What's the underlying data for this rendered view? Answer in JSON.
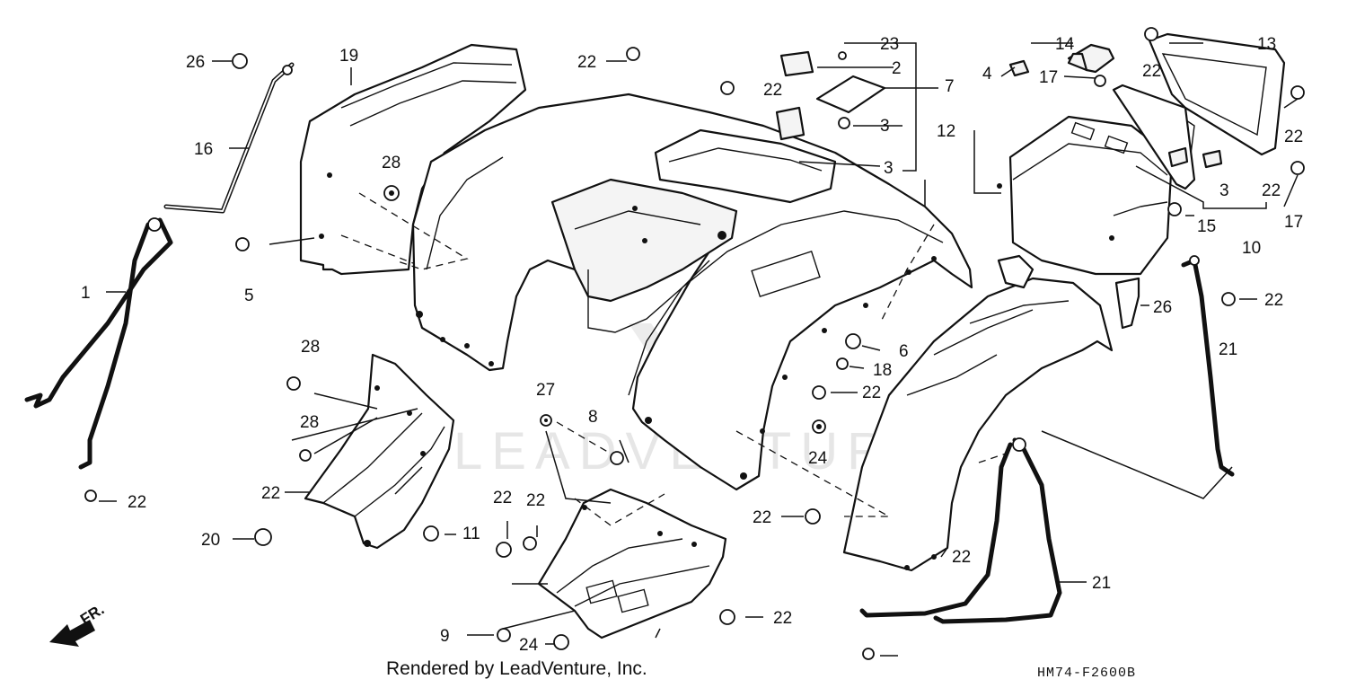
{
  "diagram": {
    "watermark_text": "LEADVENTURE",
    "direction_label": "FR.",
    "credit": "Rendered by LeadVenture, Inc.",
    "diagram_code": "HM74-F2600B",
    "callouts": [
      "26",
      "19",
      "22",
      "22",
      "23",
      "2",
      "7",
      "14",
      "13",
      "22",
      "4",
      "17",
      "16",
      "28",
      "3",
      "12",
      "22",
      "17",
      "3",
      "3",
      "22",
      "15",
      "10",
      "1",
      "26",
      "22",
      "5",
      "6",
      "18",
      "21",
      "28",
      "22",
      "27",
      "8",
      "28",
      "24",
      "22",
      "22",
      "22",
      "22",
      "22",
      "20",
      "11",
      "22",
      "21",
      "22",
      "9",
      "24"
    ]
  }
}
